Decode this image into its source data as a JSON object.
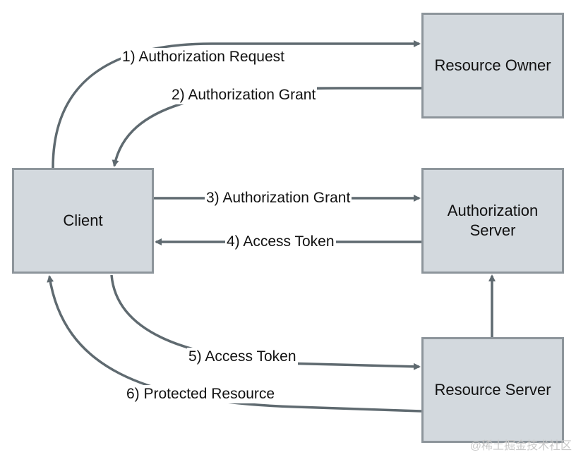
{
  "nodes": {
    "client": "Client",
    "resource_owner": "Resource Owner",
    "authorization_server": "Authorization\nServer",
    "resource_server": "Resource Server"
  },
  "edges": [
    {
      "id": "1",
      "label": "1) Authorization Request",
      "from": "Client",
      "to": "Resource Owner"
    },
    {
      "id": "2",
      "label": "2) Authorization Grant",
      "from": "Resource Owner",
      "to": "Client"
    },
    {
      "id": "3",
      "label": "3) Authorization Grant",
      "from": "Client",
      "to": "Authorization Server"
    },
    {
      "id": "4",
      "label": "4) Access Token",
      "from": "Authorization Server",
      "to": "Client"
    },
    {
      "id": "5",
      "label": "5) Access Token",
      "from": "Client",
      "to": "Resource Server"
    },
    {
      "id": "6",
      "label": "6) Protected Resource",
      "from": "Resource Server",
      "to": "Client"
    },
    {
      "id": "7",
      "label": "",
      "from": "Resource Server",
      "to": "Authorization Server"
    }
  ],
  "watermark": "@稀土掘金技术社区",
  "colors": {
    "box_fill": "#d3d9de",
    "box_border": "#8d959b",
    "arrow": "#5f6a70",
    "text": "#111111"
  }
}
